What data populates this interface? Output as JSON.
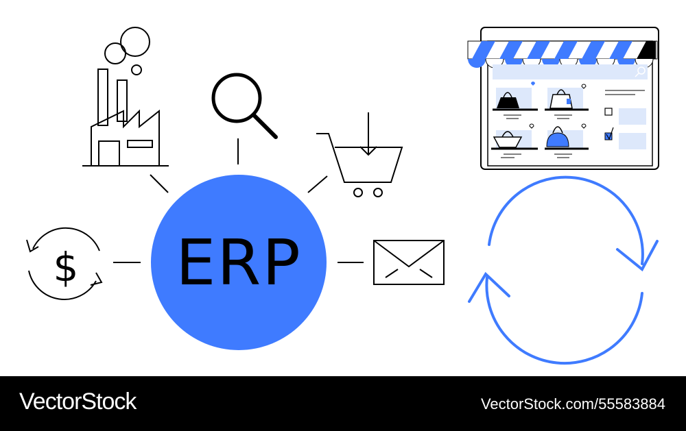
{
  "hub": {
    "label": "ERP",
    "color": "#3f7bff"
  },
  "colors": {
    "accent": "#3f7bff",
    "accent_light": "#dde8fb",
    "line": "#000000"
  },
  "icons": [
    "factory-icon",
    "search-icon",
    "cart-icon",
    "mail-icon",
    "currency-exchange-icon",
    "sync-icon",
    "online-store-icon"
  ],
  "footer": {
    "brand": "VectorStock",
    "id": "VectorStock.com/55583884"
  }
}
